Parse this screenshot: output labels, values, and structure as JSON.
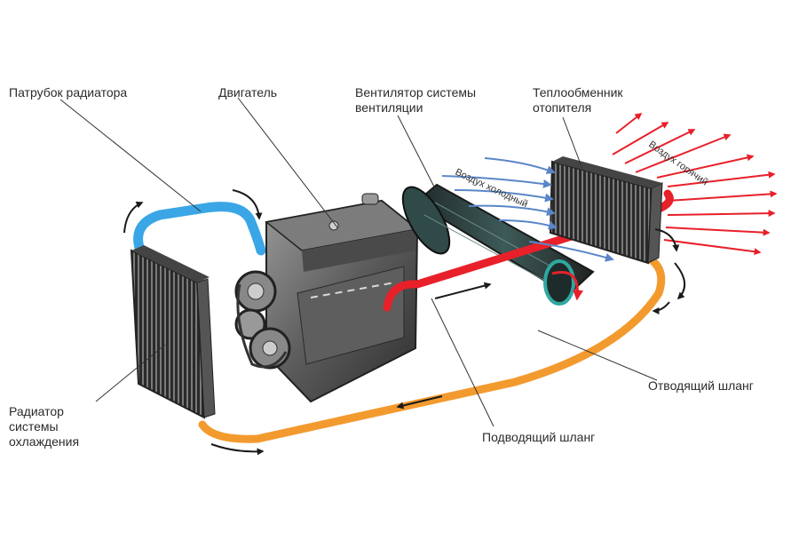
{
  "labels": {
    "radiator_pipe": "Патрубок радиатора",
    "engine": "Двигатель",
    "fan_line1": "Вентилятор системы",
    "fan_line2": "вентиляции",
    "heater_line1": "Теплообменник",
    "heater_line2": "отопителя",
    "radiator_line1": "Радиатор",
    "radiator_line2": "системы",
    "radiator_line3": "охлаждения",
    "outlet_hose": "Отводящий шланг",
    "inlet_hose": "Подводящий шланг"
  },
  "air": {
    "cold": "Воздух холодный",
    "hot": "Воздух горячий"
  },
  "colors": {
    "cold_coolant": "#3aa6e6",
    "hot_coolant": "#e8202a",
    "return_coolant": "#f39a2e",
    "cold_air": "#5a86c8",
    "hot_air": "#e8202a",
    "metal_dark": "#3a3a3a",
    "metal_light": "#8a8a8a"
  }
}
